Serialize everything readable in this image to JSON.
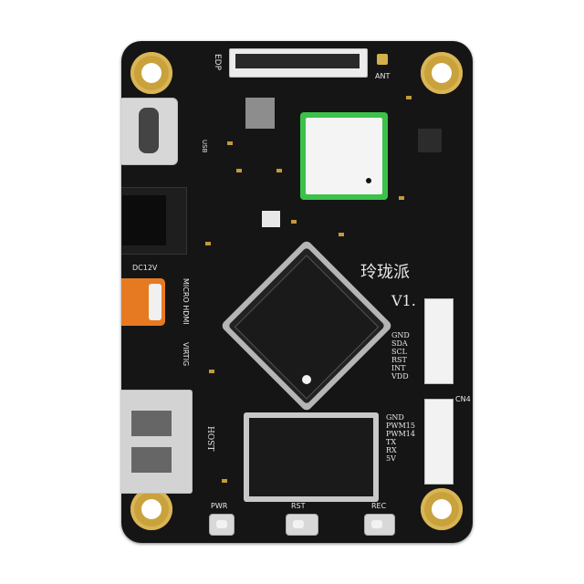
{
  "board": {
    "title": "玲珑派",
    "version": "V1.",
    "labels": {
      "edp": "EDP",
      "ant": "ANT",
      "usb": "USB",
      "dc12v": "DC12V",
      "micro_hdmi": "MICRO HDMI",
      "virtig": "VIRTIG",
      "host": "HOST",
      "cn4": "CN4",
      "pwr": "PWR",
      "rst": "RST",
      "rec": "REC"
    },
    "pins_top": [
      "GND",
      "SDA",
      "SCL",
      "RST",
      "INT",
      "VDD"
    ],
    "pins_bottom": [
      "GND",
      "PWM15",
      "PWM14",
      "TX",
      "RX",
      "5V"
    ]
  },
  "colors": {
    "pcb": "#151515",
    "gold": "#c9a23c",
    "hdmi_orange": "#e67a22",
    "module_green": "#3cc24a"
  }
}
